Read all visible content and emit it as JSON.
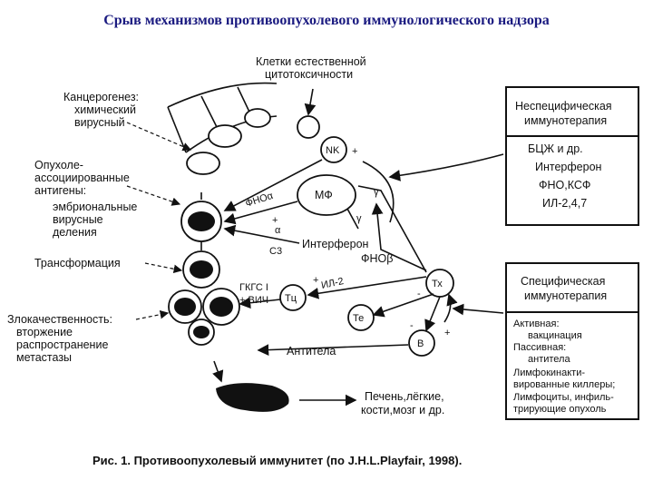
{
  "title": "Срыв механизмов противоопухолевого иммунологического надзора",
  "labels": {
    "nk_cells": [
      "Клетки естественной",
      "цитотоксичности"
    ],
    "carcinogenesis": [
      "Канцерогенез:",
      "химический",
      "вирусный"
    ],
    "antigens": [
      "Опухоле-",
      "ассоциированные",
      "антигены:"
    ],
    "antigen_types": [
      "эмбриональные",
      "вирусные",
      "деления"
    ],
    "transformation": "Трансформация",
    "malignancy": [
      "Злокачественность:",
      "вторжение",
      "распространение",
      "метастазы"
    ],
    "antibodies": "Антитела",
    "organs": [
      "Печень,лёгкие,",
      "кости,мозг и др."
    ],
    "nk": "NK",
    "mf": "МФ",
    "tc": "Тц",
    "te": "Те",
    "tx": "Тх",
    "b": "B",
    "fno_alpha": "ФНОα",
    "alpha": "α",
    "c3": "С3",
    "gamma1": "γ",
    "gamma2": "γ",
    "interferon": "Интерферон",
    "fno_beta": "ФНОβ",
    "il2": "ИЛ-2",
    "gkgs": [
      "ГКГС I",
      "+ ВИЧ"
    ],
    "plus": "+",
    "minus": "-"
  },
  "nonspecific": {
    "header": [
      "Неспецифическая",
      "иммунотерапия"
    ],
    "items": [
      "БЦЖ и др.",
      "Интерферон",
      "ФНО,КСФ",
      "ИЛ-2,4,7"
    ]
  },
  "specific": {
    "header": [
      "Специфическая",
      "иммунотерапия"
    ],
    "items": [
      "Активная:",
      "вакцинация",
      "Пассивная:",
      "антитела",
      "Лимфокинакти-",
      "вированные киллеры;",
      "Лимфоциты, инфиль-",
      "трирующие опухоль"
    ]
  },
  "caption": "Рис. 1. Противоопухолевый иммунитет (по J.H.L.Playfair, 1998)."
}
